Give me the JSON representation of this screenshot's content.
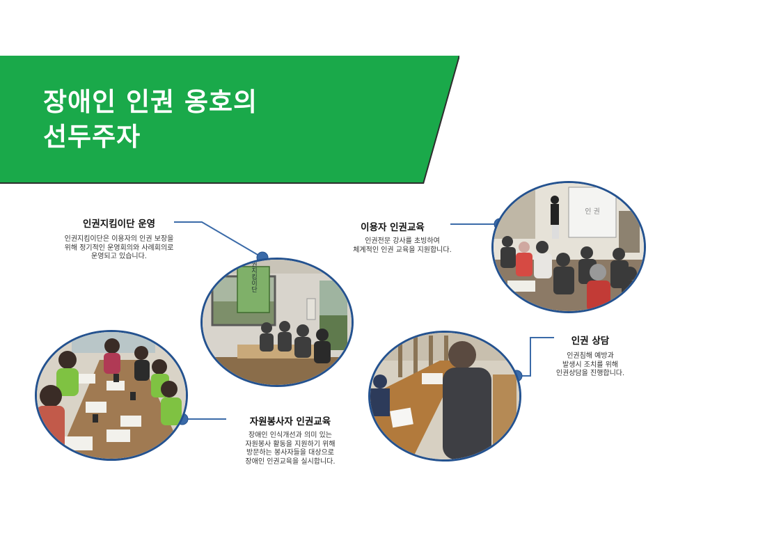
{
  "title": {
    "line1": "장애인 인권 옹호의",
    "line2": "선두주자"
  },
  "colors": {
    "banner": "#1aa94a",
    "connector": "#3a6aa8",
    "photo_border": "#24528f"
  },
  "items": [
    {
      "title": "인권지킴이단 운영",
      "lines": [
        "인권지킴이단은 이용자의 인권 보장을",
        "위해 정기적인 운영회의와 사례회의로",
        "운영되고 있습니다."
      ],
      "sign_text": "인권지킴이단"
    },
    {
      "title": "이용자 인권교육",
      "lines": [
        "인권전문 강사를 초빙하여",
        "체계적인 인권 교육을 지원합니다."
      ],
      "screen_text": "인 권"
    },
    {
      "title": "인권 상담",
      "lines": [
        "인권침해 예방과",
        "발생시 조치를 위해",
        "인권상담을 진행합니다."
      ]
    },
    {
      "title": "자원봉사자 인권교육",
      "lines": [
        "장애인 인식개선과 의미 있는",
        "자원봉사 활동을 지원하기 위해",
        "방문하는 봉사자들을 대상으로",
        "장애인 인권교육을 실시합니다."
      ]
    }
  ]
}
